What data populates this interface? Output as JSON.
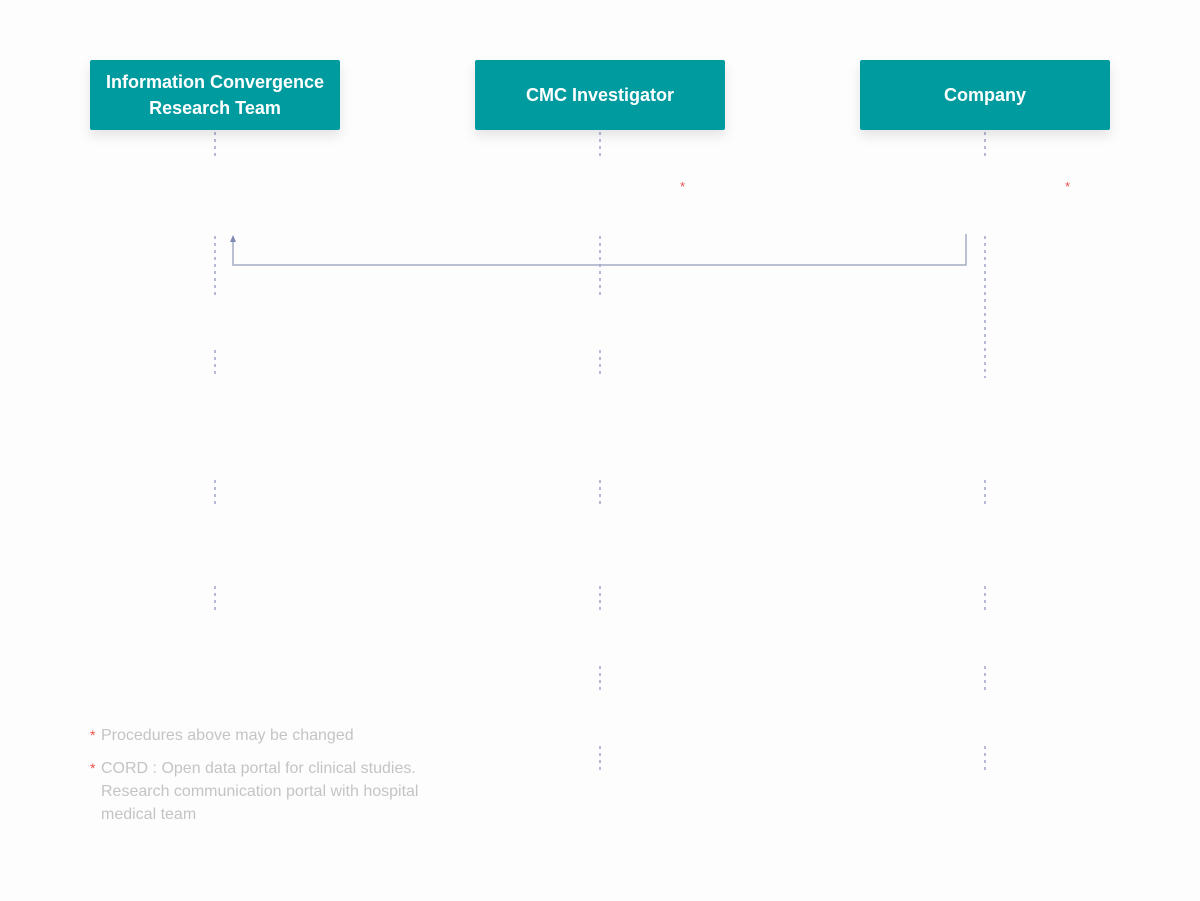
{
  "lanes": [
    {
      "label": "Information Convergence Research Team"
    },
    {
      "label": "CMC Investigator"
    },
    {
      "label": "Company"
    }
  ],
  "markers": {
    "asterisk": "*"
  },
  "notes": [
    {
      "star": "*",
      "text": "Procedures above may be changed"
    },
    {
      "star": "*",
      "text": "CORD : Open data portal for clinical studies. Research communication portal with hospital medical team"
    }
  ],
  "colors": {
    "lane_header": "#009b9f",
    "lifeline": "#9ea3c9",
    "connector": "#a3adc3",
    "asterisk": "#e8524a",
    "note_text": "#c4c4c4"
  }
}
